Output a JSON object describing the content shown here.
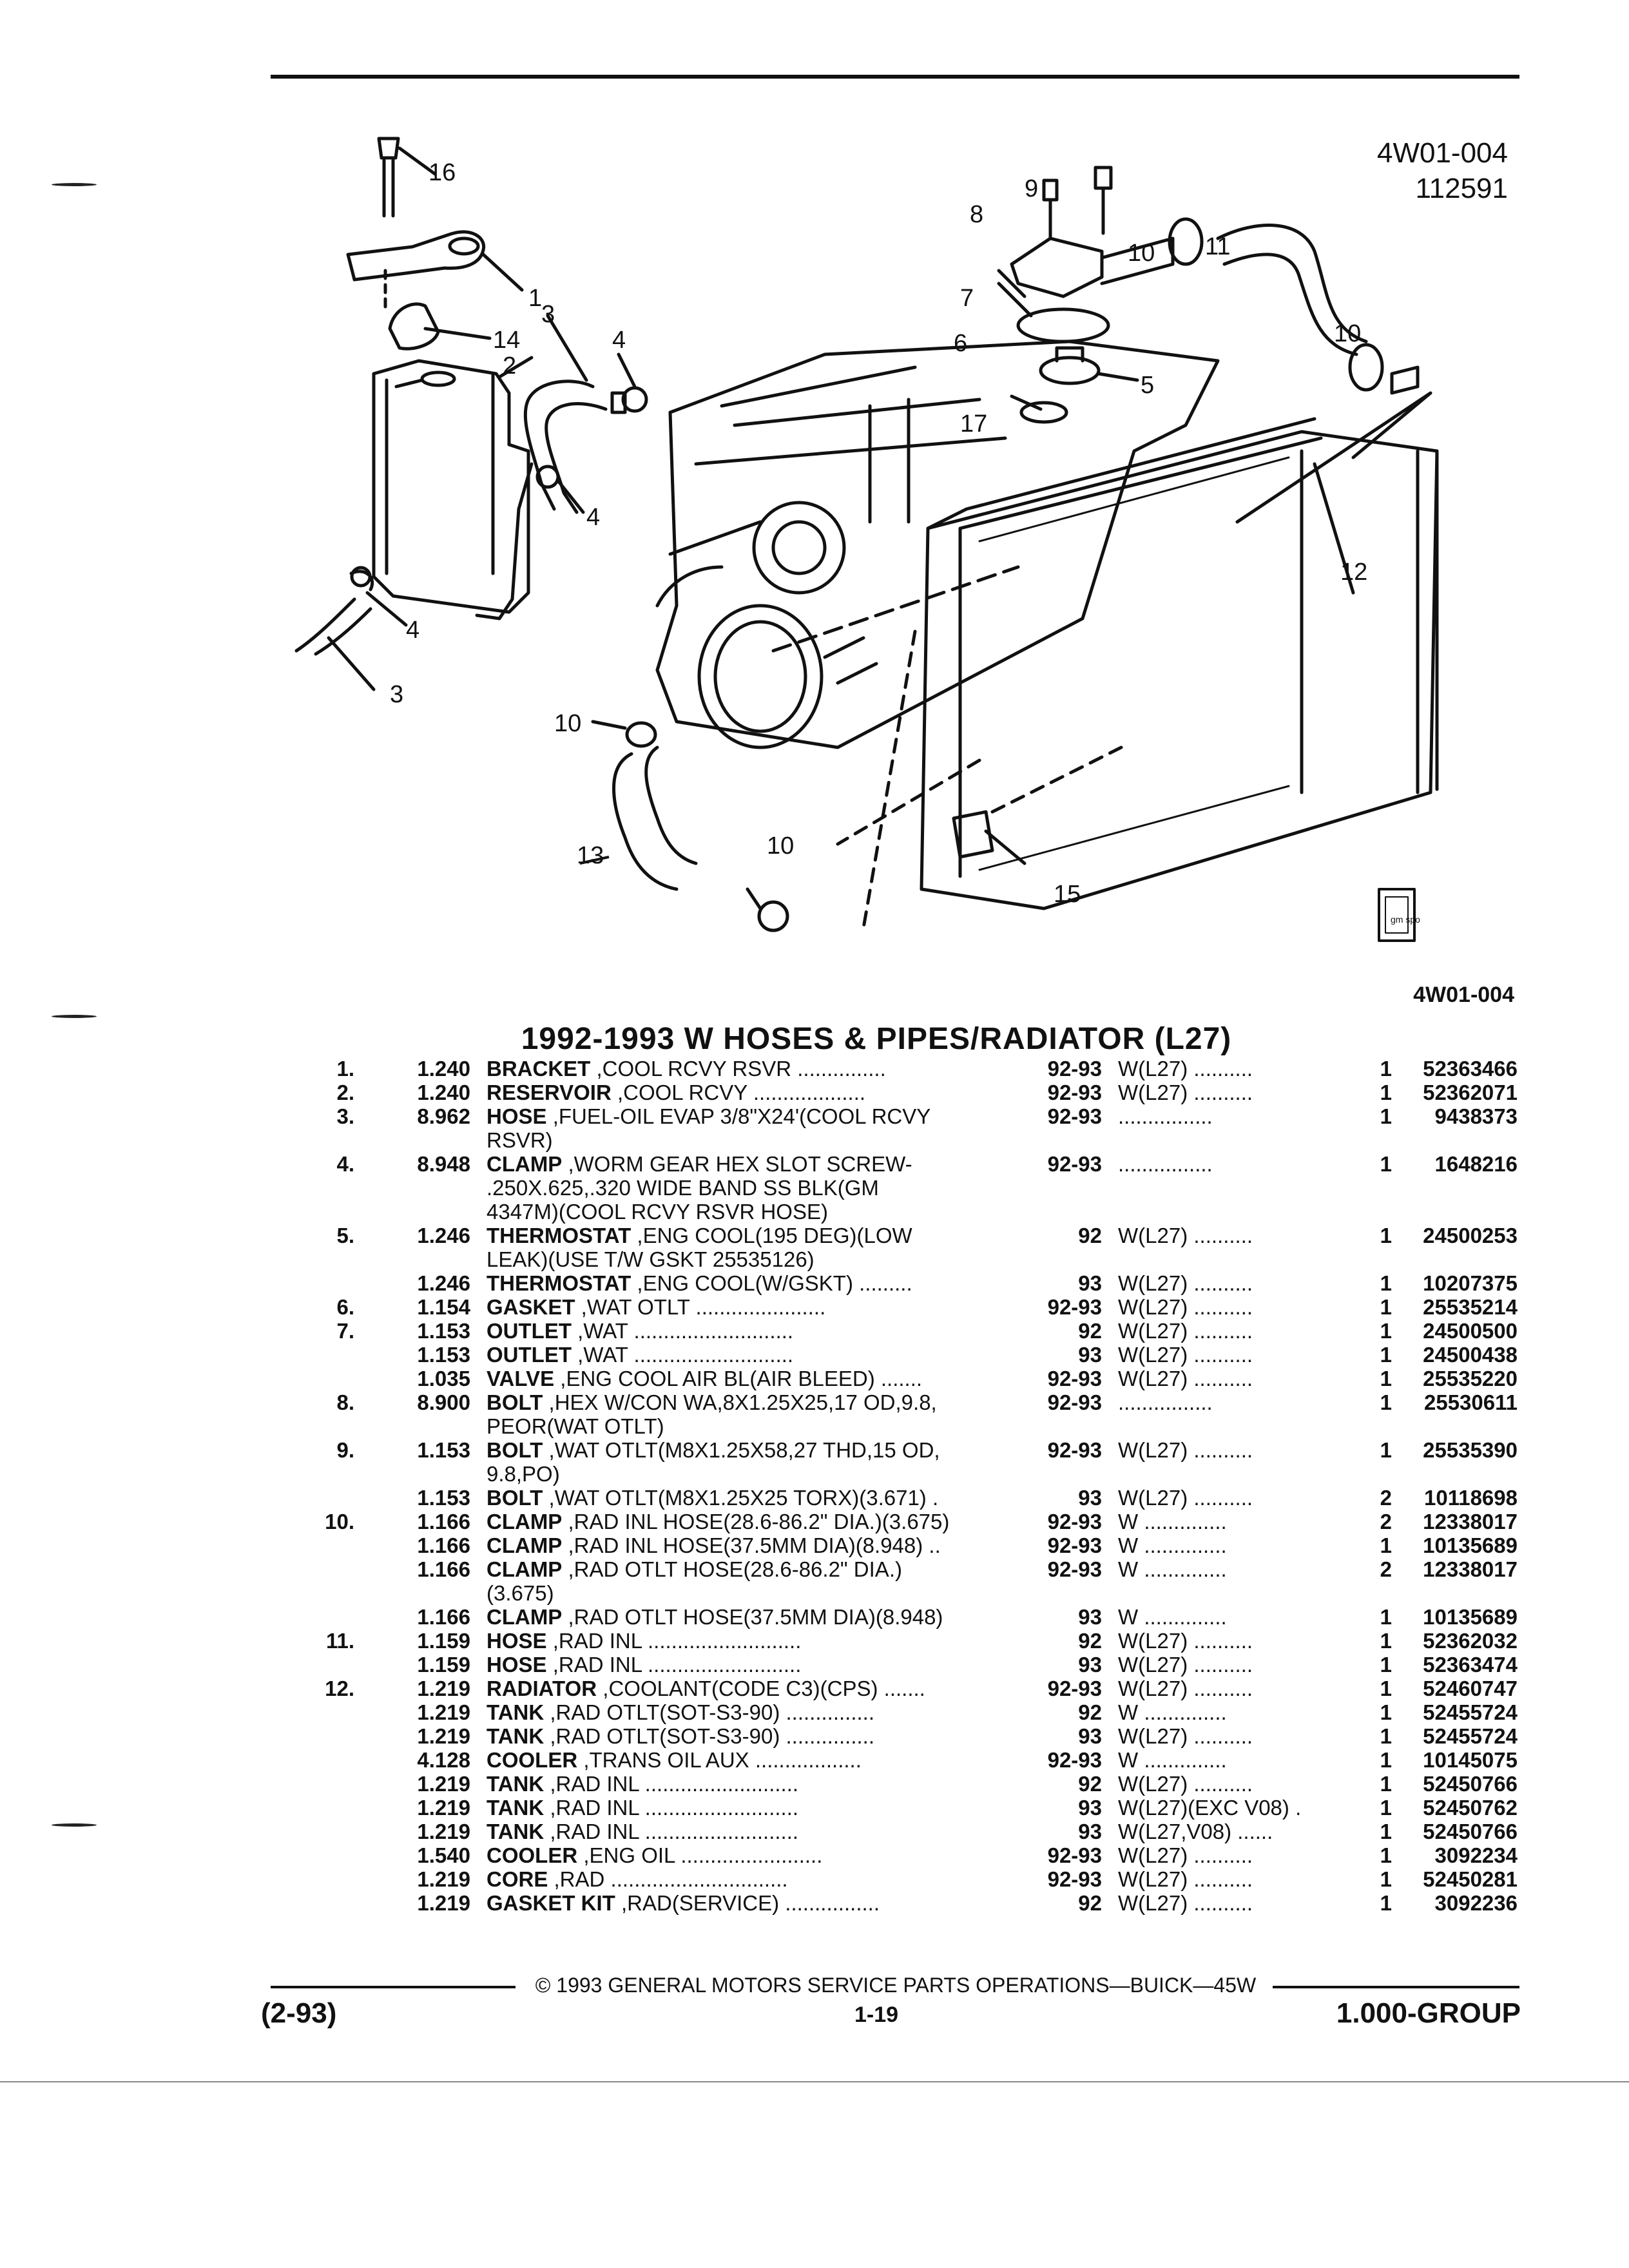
{
  "header": {
    "figure_id": "4W01-004",
    "figure_date": "112591"
  },
  "diagram": {
    "callouts": [
      "16",
      "1",
      "14",
      "2",
      "3",
      "4",
      "4",
      "4",
      "3",
      "8",
      "9",
      "7",
      "6",
      "17",
      "5",
      "10",
      "11",
      "10",
      "12",
      "10",
      "13",
      "10",
      "15"
    ],
    "logo_text": "gm spo"
  },
  "caption_id": "4W01-004",
  "title": "1992-1993 W HOSES & PIPES/RADIATOR (L27)",
  "parts": [
    {
      "num": "1.",
      "grp": "1.240",
      "name": "BRACKET",
      "desc": " ,COOL RCVY RSVR",
      "leader": " ...............",
      "yr": "92-93",
      "mdl": "W(L27) ..........",
      "qty": "1",
      "pn": "52363466"
    },
    {
      "num": "2.",
      "grp": "1.240",
      "name": "RESERVOIR",
      "desc": " ,COOL RCVY",
      "leader": " ...................",
      "yr": "92-93",
      "mdl": "W(L27) ..........",
      "qty": "1",
      "pn": "52362071"
    },
    {
      "num": "3.",
      "grp": "8.962",
      "name": "HOSE",
      "desc": " ,FUEL-OIL EVAP 3/8\"X24'(COOL RCVY",
      "leader": "",
      "yr": "92-93",
      "mdl": " ................",
      "qty": "1",
      "pn": "9438373"
    },
    {
      "cont": "RSVR)"
    },
    {
      "num": "4.",
      "grp": "8.948",
      "name": "CLAMP",
      "desc": " ,WORM GEAR HEX SLOT SCREW-",
      "leader": "",
      "yr": "92-93",
      "mdl": " ................",
      "qty": "1",
      "pn": "1648216"
    },
    {
      "cont": ".250X.625,.320 WIDE BAND SS BLK(GM"
    },
    {
      "cont": "4347M)(COOL RCVY RSVR HOSE)"
    },
    {
      "num": "5.",
      "grp": "1.246",
      "name": "THERMOSTAT",
      "desc": " ,ENG COOL(195 DEG)(LOW",
      "leader": "",
      "yr": "92",
      "mdl": "W(L27) ..........",
      "qty": "1",
      "pn": "24500253"
    },
    {
      "cont": "LEAK)(USE T/W GSKT 25535126)"
    },
    {
      "num": "",
      "grp": "1.246",
      "name": "THERMOSTAT",
      "desc": " ,ENG COOL(W/GSKT)",
      "leader": " .........",
      "yr": "93",
      "mdl": "W(L27) ..........",
      "qty": "1",
      "pn": "10207375"
    },
    {
      "num": "6.",
      "grp": "1.154",
      "name": "GASKET",
      "desc": " ,WAT OTLT",
      "leader": " ......................",
      "yr": "92-93",
      "mdl": "W(L27) ..........",
      "qty": "1",
      "pn": "25535214"
    },
    {
      "num": "7.",
      "grp": "1.153",
      "name": "OUTLET",
      "desc": " ,WAT",
      "leader": " ...........................",
      "yr": "92",
      "mdl": "W(L27) ..........",
      "qty": "1",
      "pn": "24500500"
    },
    {
      "num": "",
      "grp": "1.153",
      "name": "OUTLET",
      "desc": " ,WAT",
      "leader": " ...........................",
      "yr": "93",
      "mdl": "W(L27) ..........",
      "qty": "1",
      "pn": "24500438"
    },
    {
      "num": "",
      "grp": "1.035",
      "name": "VALVE",
      "desc": " ,ENG COOL AIR BL(AIR BLEED)",
      "leader": " .......",
      "yr": "92-93",
      "mdl": "W(L27) ..........",
      "qty": "1",
      "pn": "25535220"
    },
    {
      "num": "8.",
      "grp": "8.900",
      "name": "BOLT",
      "desc": " ,HEX W/CON WA,8X1.25X25,17 OD,9.8,",
      "leader": "",
      "yr": "92-93",
      "mdl": " ................",
      "qty": "1",
      "pn": "25530611"
    },
    {
      "cont": "PEOR(WAT OTLT)"
    },
    {
      "num": "9.",
      "grp": "1.153",
      "name": "BOLT",
      "desc": " ,WAT OTLT(M8X1.25X58,27 THD,15 OD,",
      "leader": "",
      "yr": "92-93",
      "mdl": "W(L27) ..........",
      "qty": "1",
      "pn": "25535390"
    },
    {
      "cont": "9.8,PO)"
    },
    {
      "num": "",
      "grp": "1.153",
      "name": "BOLT",
      "desc": " ,WAT OTLT(M8X1.25X25 TORX)(3.671)",
      "leader": " .",
      "yr": "93",
      "mdl": "W(L27) ..........",
      "qty": "2",
      "pn": "10118698"
    },
    {
      "num": "10.",
      "grp": "1.166",
      "name": "CLAMP",
      "desc": " ,RAD INL HOSE(28.6-86.2\" DIA.)(3.675)",
      "leader": "",
      "yr": "92-93",
      "mdl": "W ..............",
      "qty": "2",
      "pn": "12338017"
    },
    {
      "num": "",
      "grp": "1.166",
      "name": "CLAMP",
      "desc": " ,RAD INL HOSE(37.5MM DIA)(8.948)",
      "leader": " ..",
      "yr": "92-93",
      "mdl": "W ..............",
      "qty": "1",
      "pn": "10135689"
    },
    {
      "num": "",
      "grp": "1.166",
      "name": "CLAMP",
      "desc": " ,RAD OTLT HOSE(28.6-86.2\" DIA.)",
      "leader": "",
      "yr": "92-93",
      "mdl": "W ..............",
      "qty": "2",
      "pn": "12338017"
    },
    {
      "cont": "(3.675)"
    },
    {
      "num": "",
      "grp": "1.166",
      "name": "CLAMP",
      "desc": " ,RAD OTLT HOSE(37.5MM DIA)(8.948)",
      "leader": "",
      "yr": "93",
      "mdl": "W ..............",
      "qty": "1",
      "pn": "10135689"
    },
    {
      "num": "11.",
      "grp": "1.159",
      "name": "HOSE",
      "desc": " ,RAD INL",
      "leader": " ..........................",
      "yr": "92",
      "mdl": "W(L27) ..........",
      "qty": "1",
      "pn": "52362032"
    },
    {
      "num": "",
      "grp": "1.159",
      "name": "HOSE",
      "desc": " ,RAD INL",
      "leader": " ..........................",
      "yr": "93",
      "mdl": "W(L27) ..........",
      "qty": "1",
      "pn": "52363474"
    },
    {
      "num": "12.",
      "grp": "1.219",
      "name": "RADIATOR",
      "desc": " ,COOLANT(CODE C3)(CPS)",
      "leader": " .......",
      "yr": "92-93",
      "mdl": "W(L27) ..........",
      "qty": "1",
      "pn": "52460747"
    },
    {
      "num": "",
      "grp": "1.219",
      "name": "TANK",
      "desc": " ,RAD OTLT(SOT-S3-90)",
      "leader": " ...............",
      "yr": "92",
      "mdl": "W ..............",
      "qty": "1",
      "pn": "52455724"
    },
    {
      "num": "",
      "grp": "1.219",
      "name": "TANK",
      "desc": " ,RAD OTLT(SOT-S3-90)",
      "leader": " ...............",
      "yr": "93",
      "mdl": "W(L27) ..........",
      "qty": "1",
      "pn": "52455724"
    },
    {
      "num": "",
      "grp": "4.128",
      "name": "COOLER",
      "desc": " ,TRANS OIL AUX",
      "leader": " ..................",
      "yr": "92-93",
      "mdl": "W ..............",
      "qty": "1",
      "pn": "10145075"
    },
    {
      "num": "",
      "grp": "1.219",
      "name": "TANK",
      "desc": " ,RAD INL",
      "leader": " ..........................",
      "yr": "92",
      "mdl": "W(L27) ..........",
      "qty": "1",
      "pn": "52450766"
    },
    {
      "num": "",
      "grp": "1.219",
      "name": "TANK",
      "desc": " ,RAD INL",
      "leader": " ..........................",
      "yr": "93",
      "mdl": "W(L27)(EXC V08) .",
      "qty": "1",
      "pn": "52450762"
    },
    {
      "num": "",
      "grp": "1.219",
      "name": "TANK",
      "desc": " ,RAD INL",
      "leader": " ..........................",
      "yr": "93",
      "mdl": "W(L27,V08) ......",
      "qty": "1",
      "pn": "52450766"
    },
    {
      "num": "",
      "grp": "1.540",
      "name": "COOLER",
      "desc": " ,ENG OIL",
      "leader": " ........................",
      "yr": "92-93",
      "mdl": "W(L27) ..........",
      "qty": "1",
      "pn": "3092234"
    },
    {
      "num": "",
      "grp": "1.219",
      "name": "CORE",
      "desc": " ,RAD",
      "leader": " ..............................",
      "yr": "92-93",
      "mdl": "W(L27) ..........",
      "qty": "1",
      "pn": "52450281"
    },
    {
      "num": "",
      "grp": "1.219",
      "name": "GASKET KIT",
      "desc": " ,RAD(SERVICE)",
      "leader": " ................",
      "yr": "92",
      "mdl": "W(L27) ..........",
      "qty": "1",
      "pn": "3092236"
    }
  ],
  "footer": {
    "copyright": "© 1993 GENERAL MOTORS SERVICE PARTS OPERATIONS—BUICK—45W",
    "date_code": "(2-93)",
    "page": "1-19",
    "group": "1.000-GROUP"
  }
}
